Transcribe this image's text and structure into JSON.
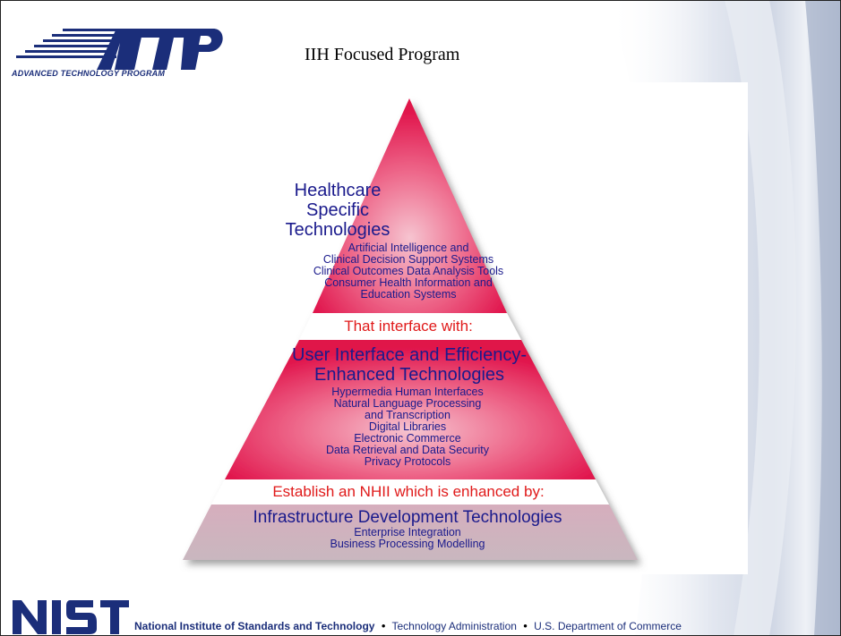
{
  "slide": {
    "title": "IIH Focused Program"
  },
  "atp_logo": {
    "letters": "ATP",
    "tagline": "ADVANCED TECHNOLOGY PROGRAM"
  },
  "pyramid": {
    "top": {
      "heading": [
        "Healthcare",
        "Specific",
        "Technologies"
      ],
      "items": [
        "Artificial Intelligence and",
        "Clinical Decision Support Systems",
        "Clinical Outcomes Data Analysis Tools",
        "Consumer Health Information and",
        "Education Systems"
      ]
    },
    "band1": "That interface with:",
    "middle": {
      "heading": [
        "User Interface and Efficiency-",
        "Enhanced Technologies"
      ],
      "items": [
        "Hypermedia Human Interfaces",
        "Natural Language Processing",
        "and Transcription",
        "Digital Libraries",
        "Electronic Commerce",
        "Data Retrieval and Data Security",
        "Privacy Protocols"
      ]
    },
    "band2": "Establish an NHII which is enhanced by:",
    "bottom": {
      "heading": "Infrastructure Development Technologies",
      "items": [
        "Enterprise Integration",
        "Business Processing Modelling"
      ]
    }
  },
  "footer": {
    "logo_text": "NIST",
    "org": "National Institute of Standards and Technology",
    "separator": "•",
    "admin": "Technology Administration",
    "dept": "U.S. Department of Commerce"
  },
  "colors": {
    "navy": "#1a1a8c",
    "red_text": "#e01a1a",
    "pyramid_red": "#e8154a",
    "band_gray": "#d9b8c4"
  }
}
